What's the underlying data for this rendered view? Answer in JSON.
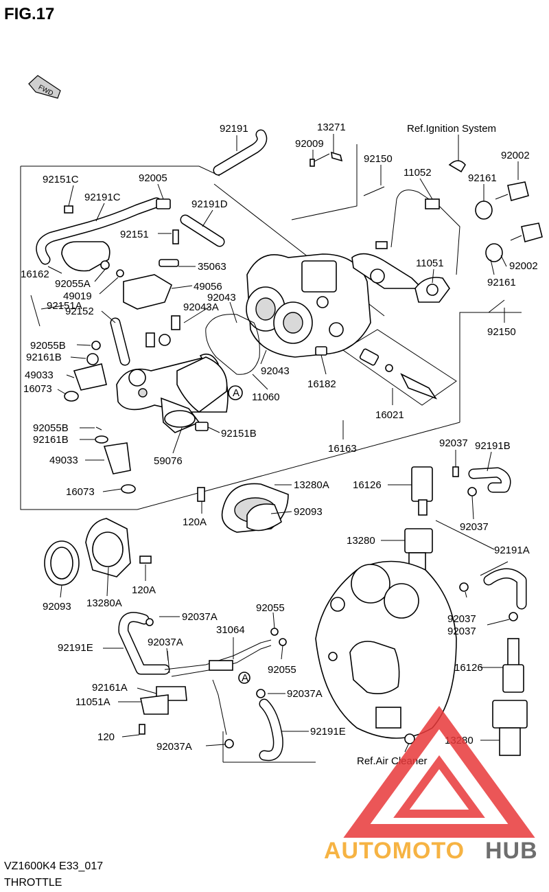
{
  "figure": {
    "title": "FIG.17",
    "model_code": "VZ1600K4 E33_017",
    "section_name": "THROTTLE",
    "fwd_marker": "FWD"
  },
  "references": {
    "ignition": "Ref.Ignition System",
    "air_cleaner": "Ref.Air Cleaner"
  },
  "callouts": {
    "c92191": "92191",
    "c13271": "13271",
    "c92009": "92009",
    "c92150_top": "92150",
    "c11052": "11052",
    "c92002_top": "92002",
    "c92161_top": "92161",
    "c92151C": "92151C",
    "c92005": "92005",
    "c92191C": "92191C",
    "c92191D": "92191D",
    "c92151": "92151",
    "c35063": "35063",
    "c16162": "16162",
    "c92055A": "92055A",
    "c49019": "49019",
    "c49056": "49056",
    "c92151A": "92151A",
    "c92043_top": "92043",
    "c92043A": "92043A",
    "c92002_mid": "92002",
    "c92161_mid": "92161",
    "c11051": "11051",
    "c92150_mid": "92150",
    "c92152": "92152",
    "c92055B": "92055B",
    "c92161B_top": "92161B",
    "c49033_top": "49033",
    "c16073_top": "16073",
    "c92043_mid": "92043",
    "c16182": "16182",
    "c11060": "11060",
    "c16021": "16021",
    "c92055B_low": "92055B",
    "c92161B_low": "92161B",
    "c92151B": "92151B",
    "c49033_low": "49033",
    "c59076": "59076",
    "c16163": "16163",
    "c16073_low": "16073",
    "c92037_top": "92037",
    "c92191B": "92191B",
    "c16126_top": "16126",
    "c13280A_right": "13280A",
    "c92093_right": "92093",
    "c120A_top": "120A",
    "c92037_mid": "92037",
    "c13280_top": "13280",
    "c92191A": "92191A",
    "c92093_left": "92093",
    "c13280A_left": "13280A",
    "c120A_low": "120A",
    "c92037A_a": "92037A",
    "c92055_top": "92055",
    "c31064": "31064",
    "c92037_r1": "92037",
    "c92037_r2": "92037",
    "c92191E_left": "92191E",
    "c92037A_b": "92037A",
    "c92055_low": "92055",
    "c16126_low": "16126",
    "c92161A": "92161A",
    "c92037A_c": "92037A",
    "c11051A": "11051A",
    "c120": "120",
    "c92191E_right": "92191E",
    "c92037A_d": "92037A",
    "c13280_low": "13280",
    "marker_A1": "A",
    "marker_A2": "A"
  },
  "watermark": {
    "text_left": "AUTOMOTO",
    "text_right": "HUB",
    "color_primary": "#e8393a",
    "color_accent": "#f5a623",
    "color_dark": "#333333"
  }
}
